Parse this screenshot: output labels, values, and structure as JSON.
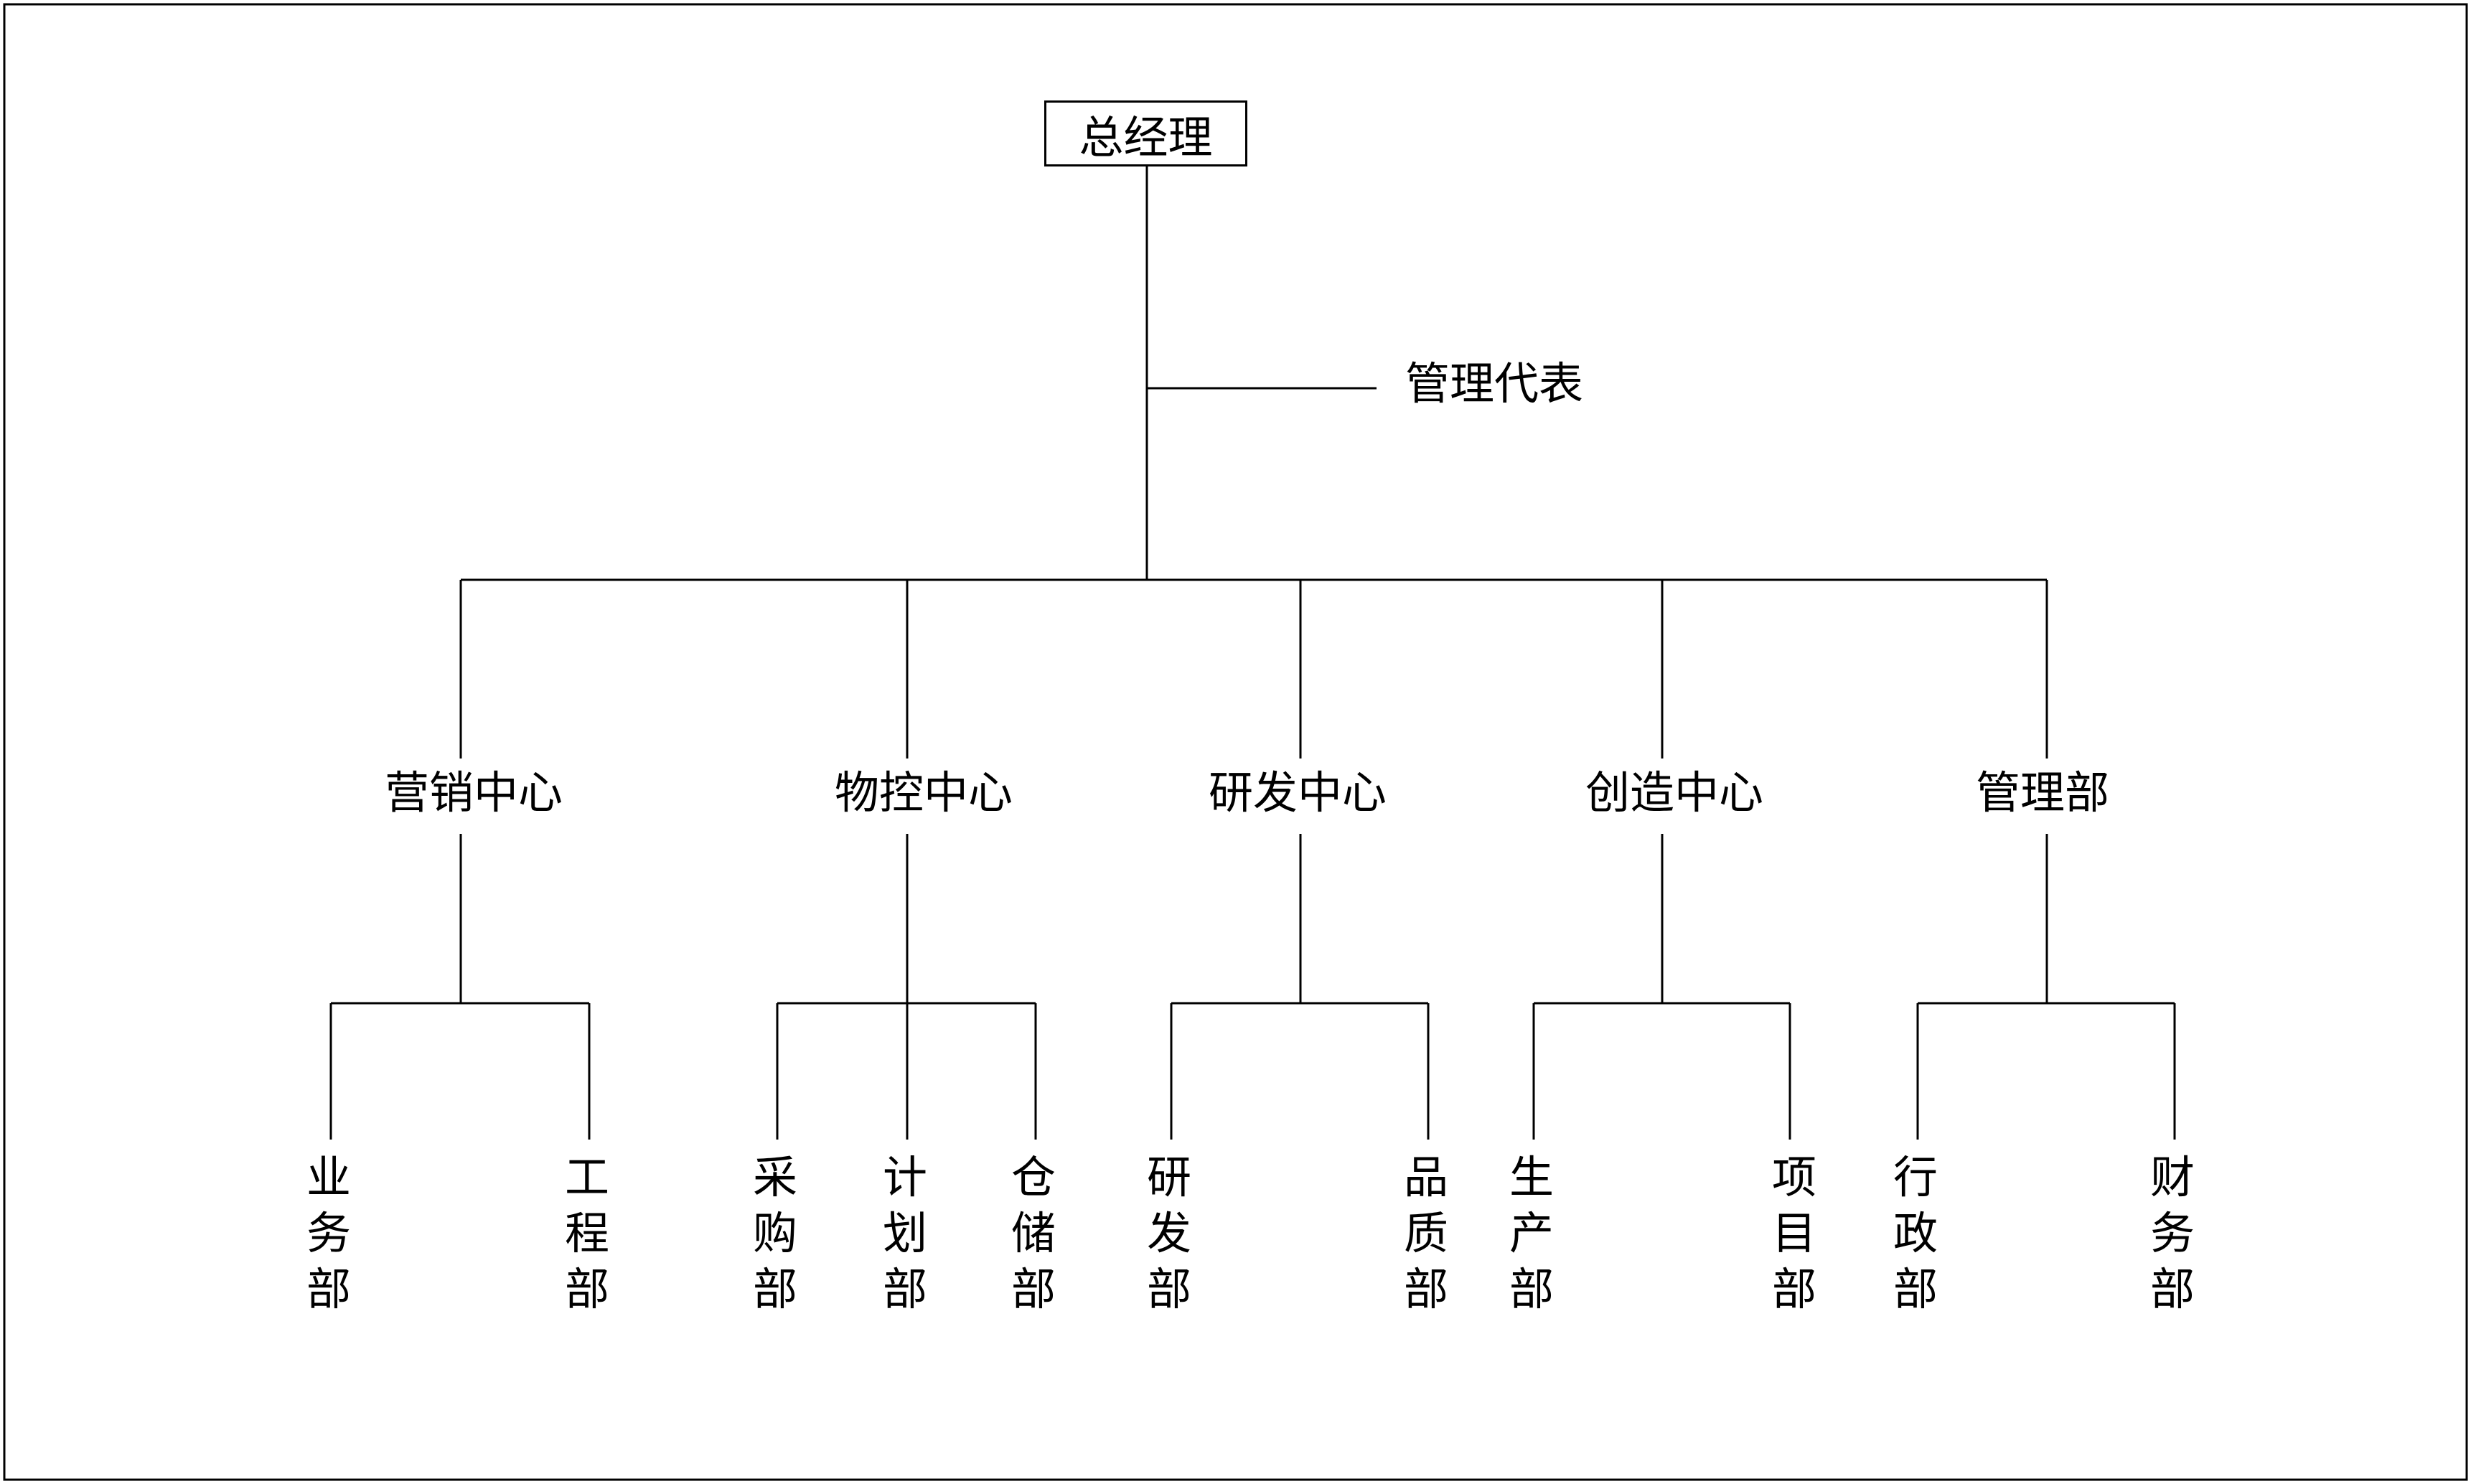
{
  "root": {
    "label": "总经理"
  },
  "representative": {
    "label": "管理代表"
  },
  "centers": [
    {
      "label": "营销中心",
      "departments": [
        "业务部",
        "工程部"
      ]
    },
    {
      "label": "物控中心",
      "departments": [
        "采购部",
        "计划部",
        "仓储部"
      ]
    },
    {
      "label": "研发中心",
      "departments": [
        "研发部",
        "品质部"
      ]
    },
    {
      "label": "创造中心",
      "departments": [
        "生产部",
        "项目部"
      ]
    },
    {
      "label": "管理部",
      "departments": [
        "行政部",
        "财务部"
      ]
    }
  ]
}
